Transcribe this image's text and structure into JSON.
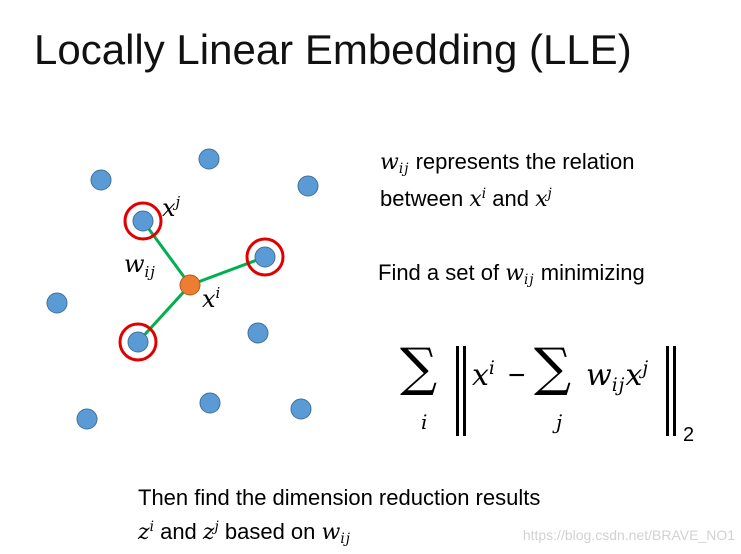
{
  "title": "Locally Linear Embedding (LLE)",
  "diagram": {
    "labels": {
      "xj": "x",
      "xj_sup": "j",
      "wij": "w",
      "wij_sub": "ij",
      "xi": "x",
      "xi_sup": "i"
    }
  },
  "text": {
    "relation": {
      "w": "w",
      "w_sub": "ij",
      "rest1": "represents the relation",
      "line2_a": "between",
      "x1": "x",
      "x1_sup": "i",
      "and": "and",
      "x2": "x",
      "x2_sup": "j"
    },
    "find": {
      "a": "Find a set of",
      "w": "w",
      "w_sub": "ij",
      "b": "minimizing"
    },
    "formula": {
      "sum1_index": "i",
      "x": "x",
      "x_sup": "i",
      "minus": "−",
      "sum2_index": "j",
      "w": "w",
      "w_sub": "ij",
      "x2": "x",
      "x2_sup": "j",
      "norm_sub": "2"
    },
    "then": {
      "line1": "Then find the dimension reduction results",
      "z1": "z",
      "z1_sup": "i",
      "and": "and",
      "z2": "z",
      "z2_sup": "j",
      "based": "based on",
      "w": "w",
      "w_sub": "ij"
    }
  },
  "watermark": "https://blog.csdn.net/BRAVE_NO1",
  "colors": {
    "point": "#5b9bd5",
    "center": "#ed7d31",
    "edge": "#00b050",
    "circle": "#e00000"
  }
}
